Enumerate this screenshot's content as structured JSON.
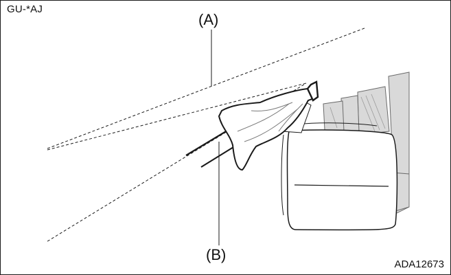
{
  "figure": {
    "corner_code": "GU-*AJ",
    "figure_id": "ADA12673",
    "callouts": {
      "a": "(A)",
      "b": "(B)"
    }
  },
  "colors": {
    "line": "#1a1a1a",
    "gray_shade": "#d9d9d9",
    "background": "#ffffff"
  }
}
